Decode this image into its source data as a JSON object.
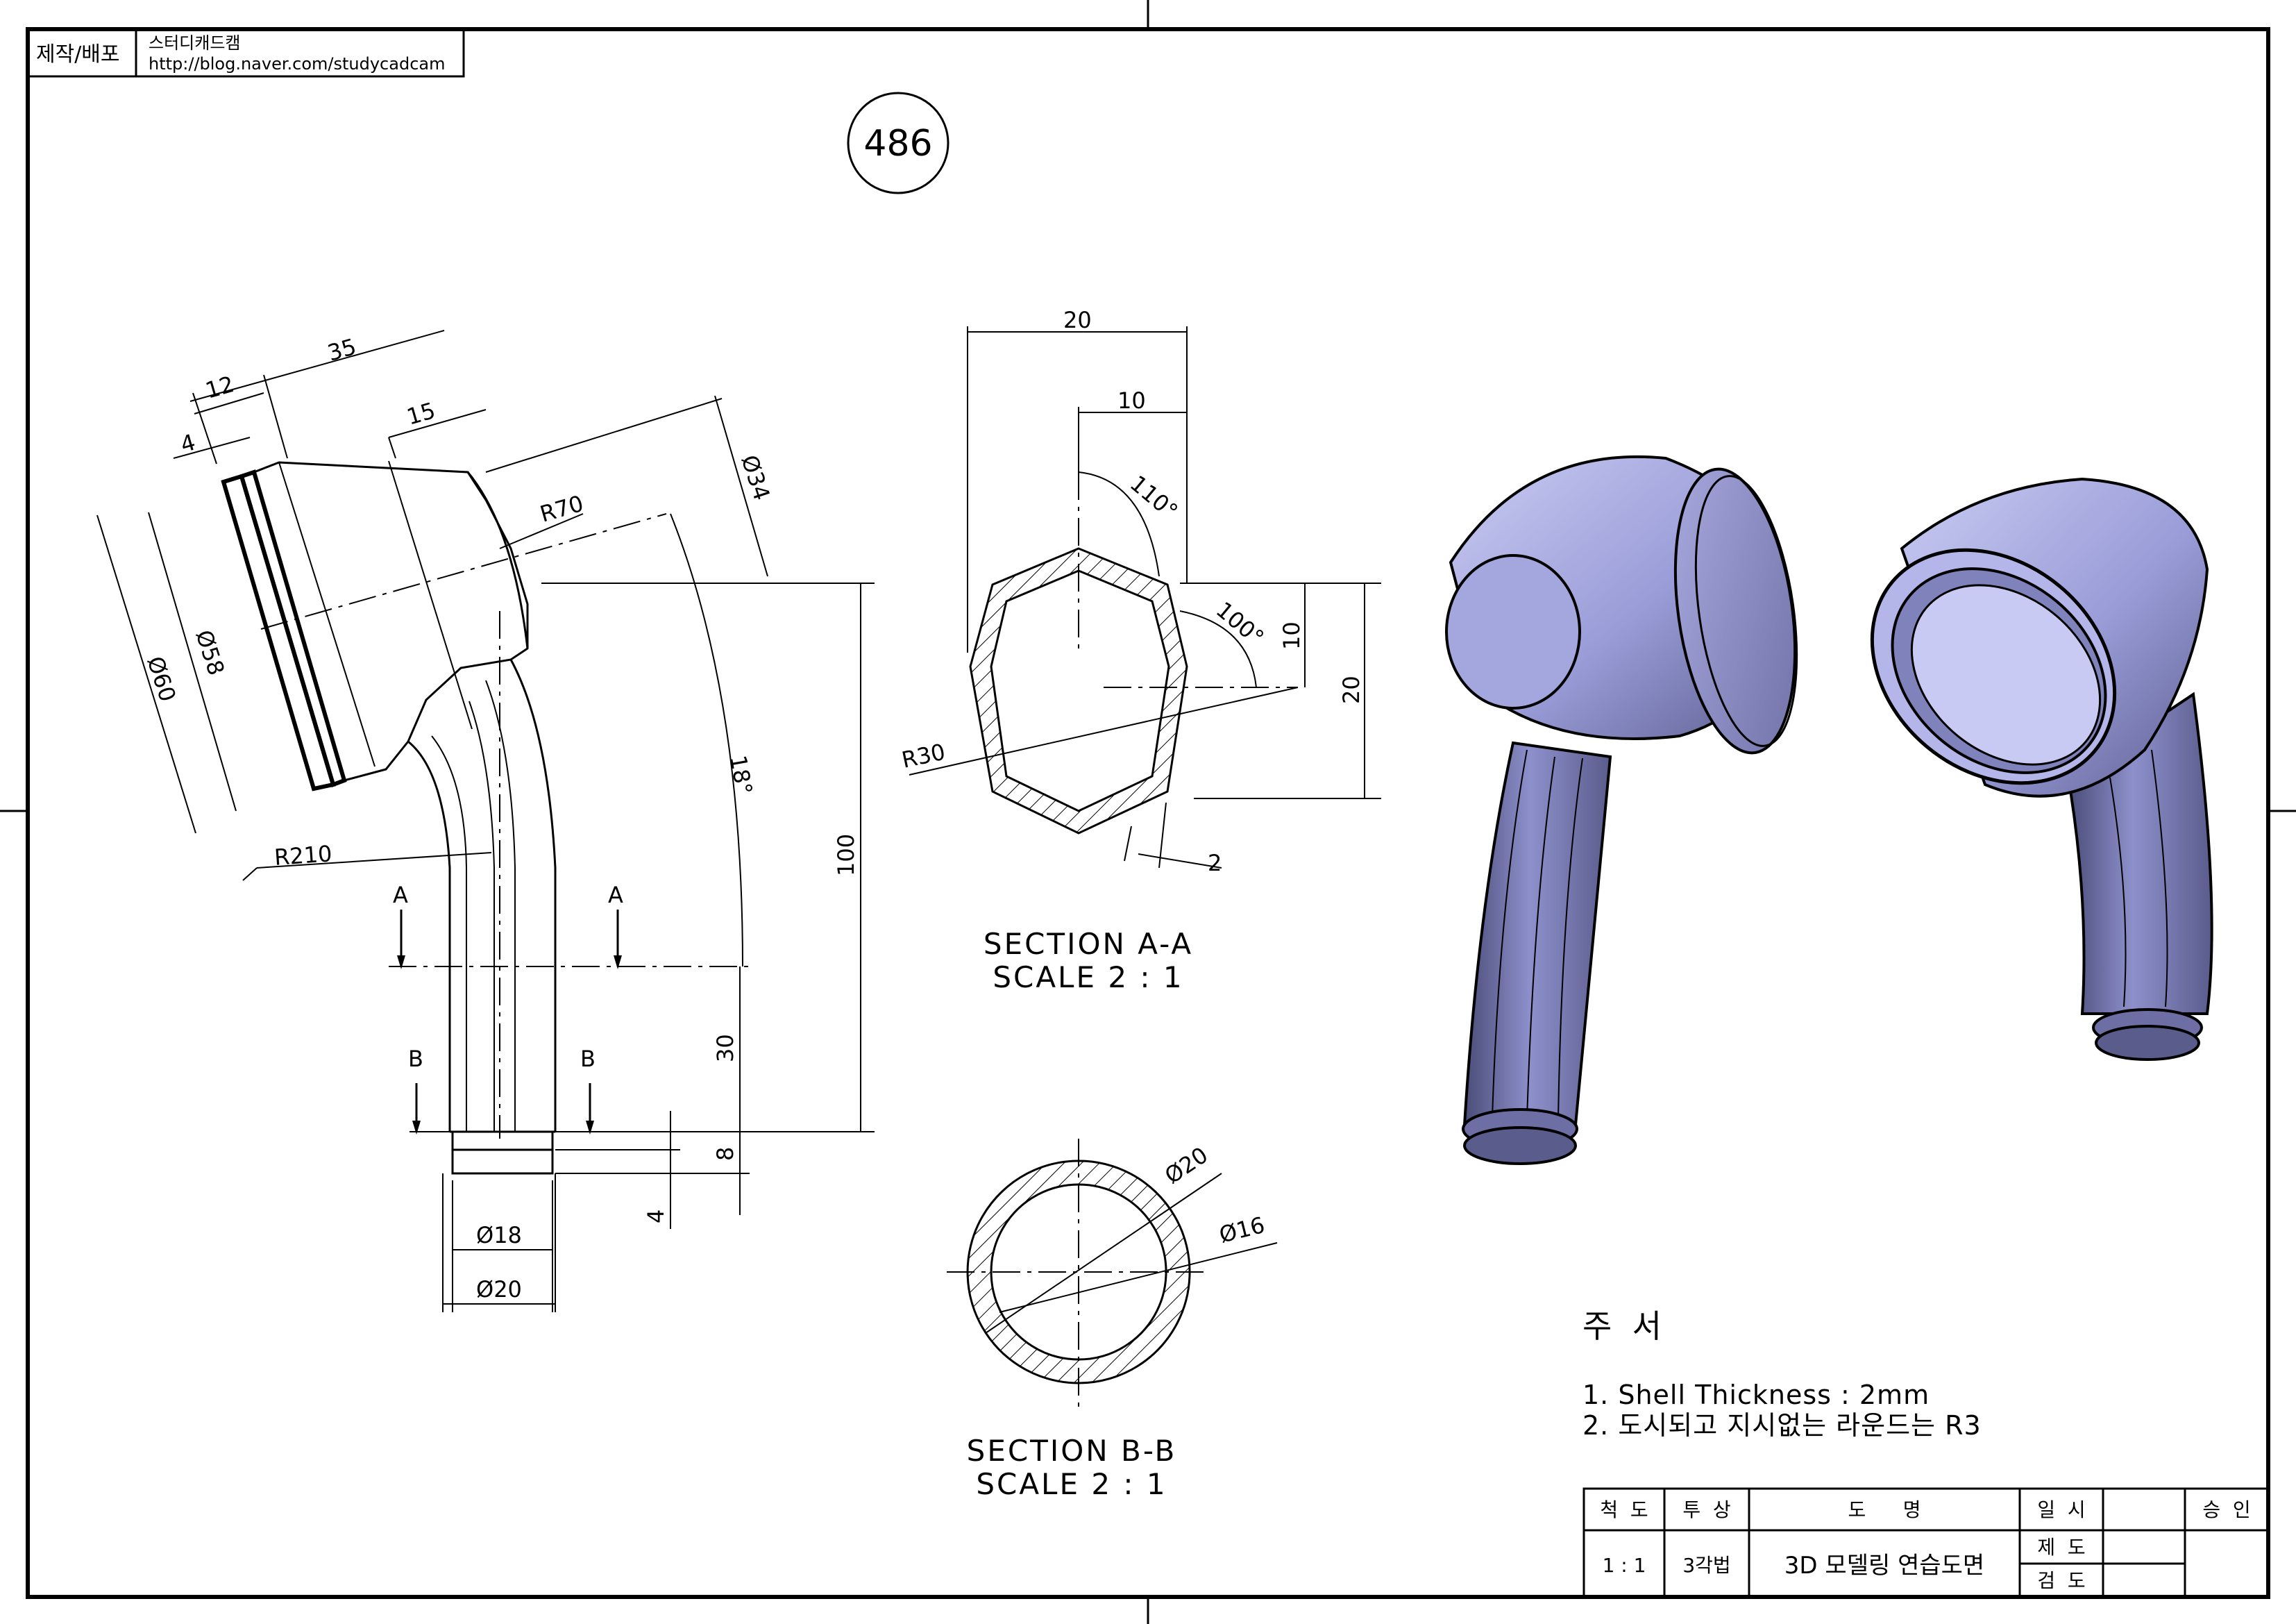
{
  "header": {
    "label_left": "제작/배포",
    "name": "스터디캐드캠",
    "url": "http://blog.naver.com/studycadcam"
  },
  "drawing_number": "486",
  "front_view": {
    "dims": {
      "d35": "35",
      "d12": "12",
      "d4_top": "4",
      "d15": "15",
      "r70": "R70",
      "phi34": "Ø34",
      "phi60": "Ø60",
      "phi58": "Ø58",
      "a18": "18°",
      "r210": "R210",
      "d100": "100",
      "d30": "30",
      "d8": "8",
      "d4_bottom": "4",
      "phi18": "Ø18",
      "phi20": "Ø20"
    },
    "section_marks": {
      "a": "A",
      "b": "B"
    }
  },
  "section_aa": {
    "dims": {
      "d20_top": "20",
      "d10_top": "10",
      "a110": "110°",
      "a100": "100°",
      "d10_right": "10",
      "d20_right": "20",
      "r30": "R30",
      "d2": "2"
    },
    "title": "SECTION A-A",
    "scale": "SCALE 2 : 1"
  },
  "section_bb": {
    "dims": {
      "phi20": "Ø20",
      "phi16": "Ø16"
    },
    "title": "SECTION B-B",
    "scale": "SCALE 2 : 1"
  },
  "notes": {
    "heading": "주  서",
    "items": [
      "1. Shell Thickness : 2mm",
      "2. 도시되고 지시없는 라운드는 R3"
    ]
  },
  "title_block": {
    "h_scale": "척  도",
    "h_proj": "투  상",
    "h_name": "도      명",
    "h_date": "일  시",
    "h_approve": "승  인",
    "scale": "1 : 1",
    "projection": "3각법",
    "name": "3D 모델링 연습도면",
    "drawn": "제  도",
    "checked": "검  도"
  },
  "colors": {
    "model_fill": "#9a9cd8",
    "model_dark": "#4a4c78",
    "model_light": "#c6c8f0"
  }
}
